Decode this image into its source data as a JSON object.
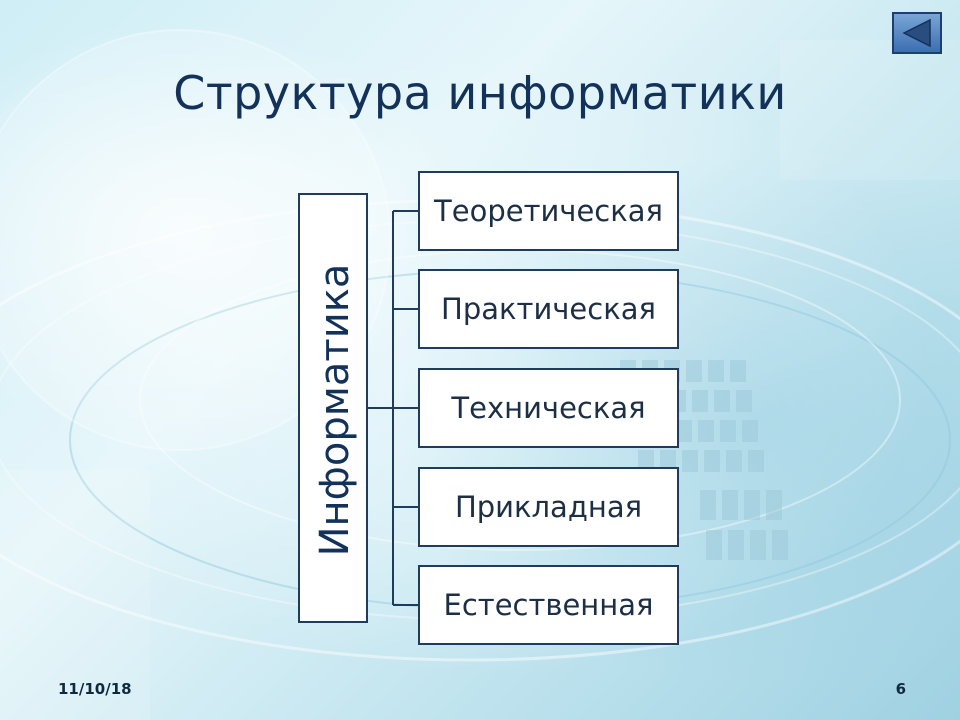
{
  "slide": {
    "title": "Структура информатики",
    "back_button": {
      "icon": "triangle-left-icon",
      "color": "#3b6fb1"
    }
  },
  "diagram": {
    "root": {
      "label": "Информатика"
    },
    "branches": [
      {
        "label": "Теоретическая"
      },
      {
        "label": "Практическая"
      },
      {
        "label": "Техническая"
      },
      {
        "label": "Прикладная"
      },
      {
        "label": "Естественная"
      }
    ],
    "border_color": "#1f3c5c"
  },
  "footer": {
    "date": "11/10/18",
    "page_number": "6"
  },
  "colors": {
    "title": "#13325a",
    "background_accent": "#bfe3ee"
  }
}
